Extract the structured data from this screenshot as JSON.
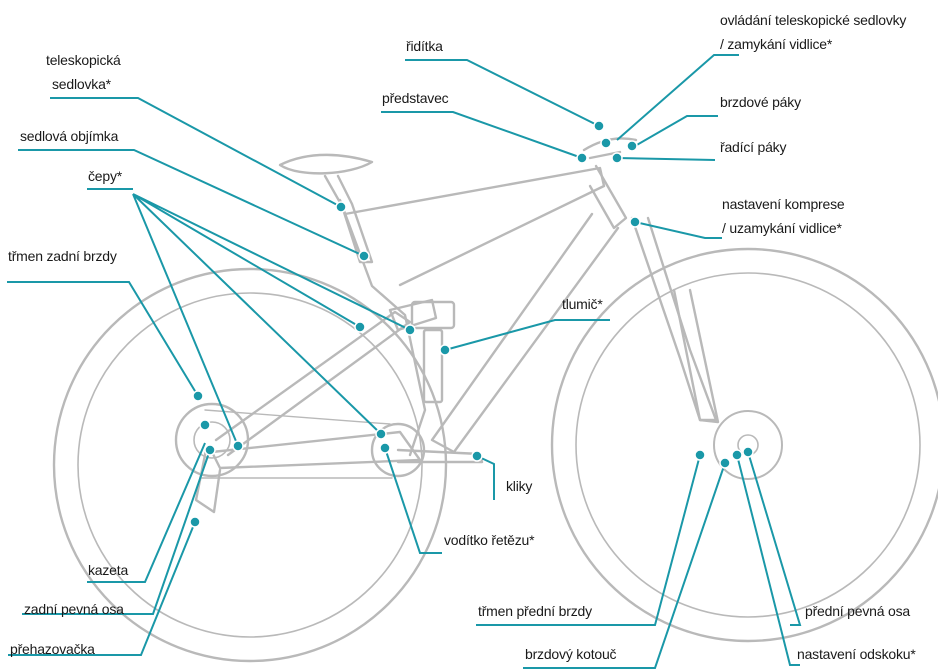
{
  "colors": {
    "accent": "#1a98a8",
    "line_art": "#b9b9b9",
    "text": "#1a1a1a",
    "background": "#ffffff"
  },
  "labels": {
    "seatpost_tele_1": "teleskopická",
    "seatpost_tele_2": "sedlovka*",
    "seat_clamp": "sedlová objímka",
    "pivots": "čepy*",
    "rear_caliper": "třmen zadní brzdy",
    "handlebar": "řidítka",
    "stem": "představec",
    "dropper_remote_1": "ovládání teleskopické sedlovky",
    "dropper_remote_2": "/ zamykání vidlice*",
    "brake_levers": "brzdové páky",
    "shifters": "řadící páky",
    "compression_1": "nastavení komprese",
    "compression_2": "/ uzamykání vidlice*",
    "shock": "tlumič*",
    "cranks": "kliky",
    "chain_guide": "vodítko řetězu*",
    "cassette": "kazeta",
    "rear_axle": "zadní pevná osa",
    "derailleur": "přehazovačka",
    "front_caliper": "třmen přední brzdy",
    "rotor": "brzdový kotouč",
    "front_axle": "přední pevná osa",
    "rebound": "nastavení odskoku*"
  }
}
